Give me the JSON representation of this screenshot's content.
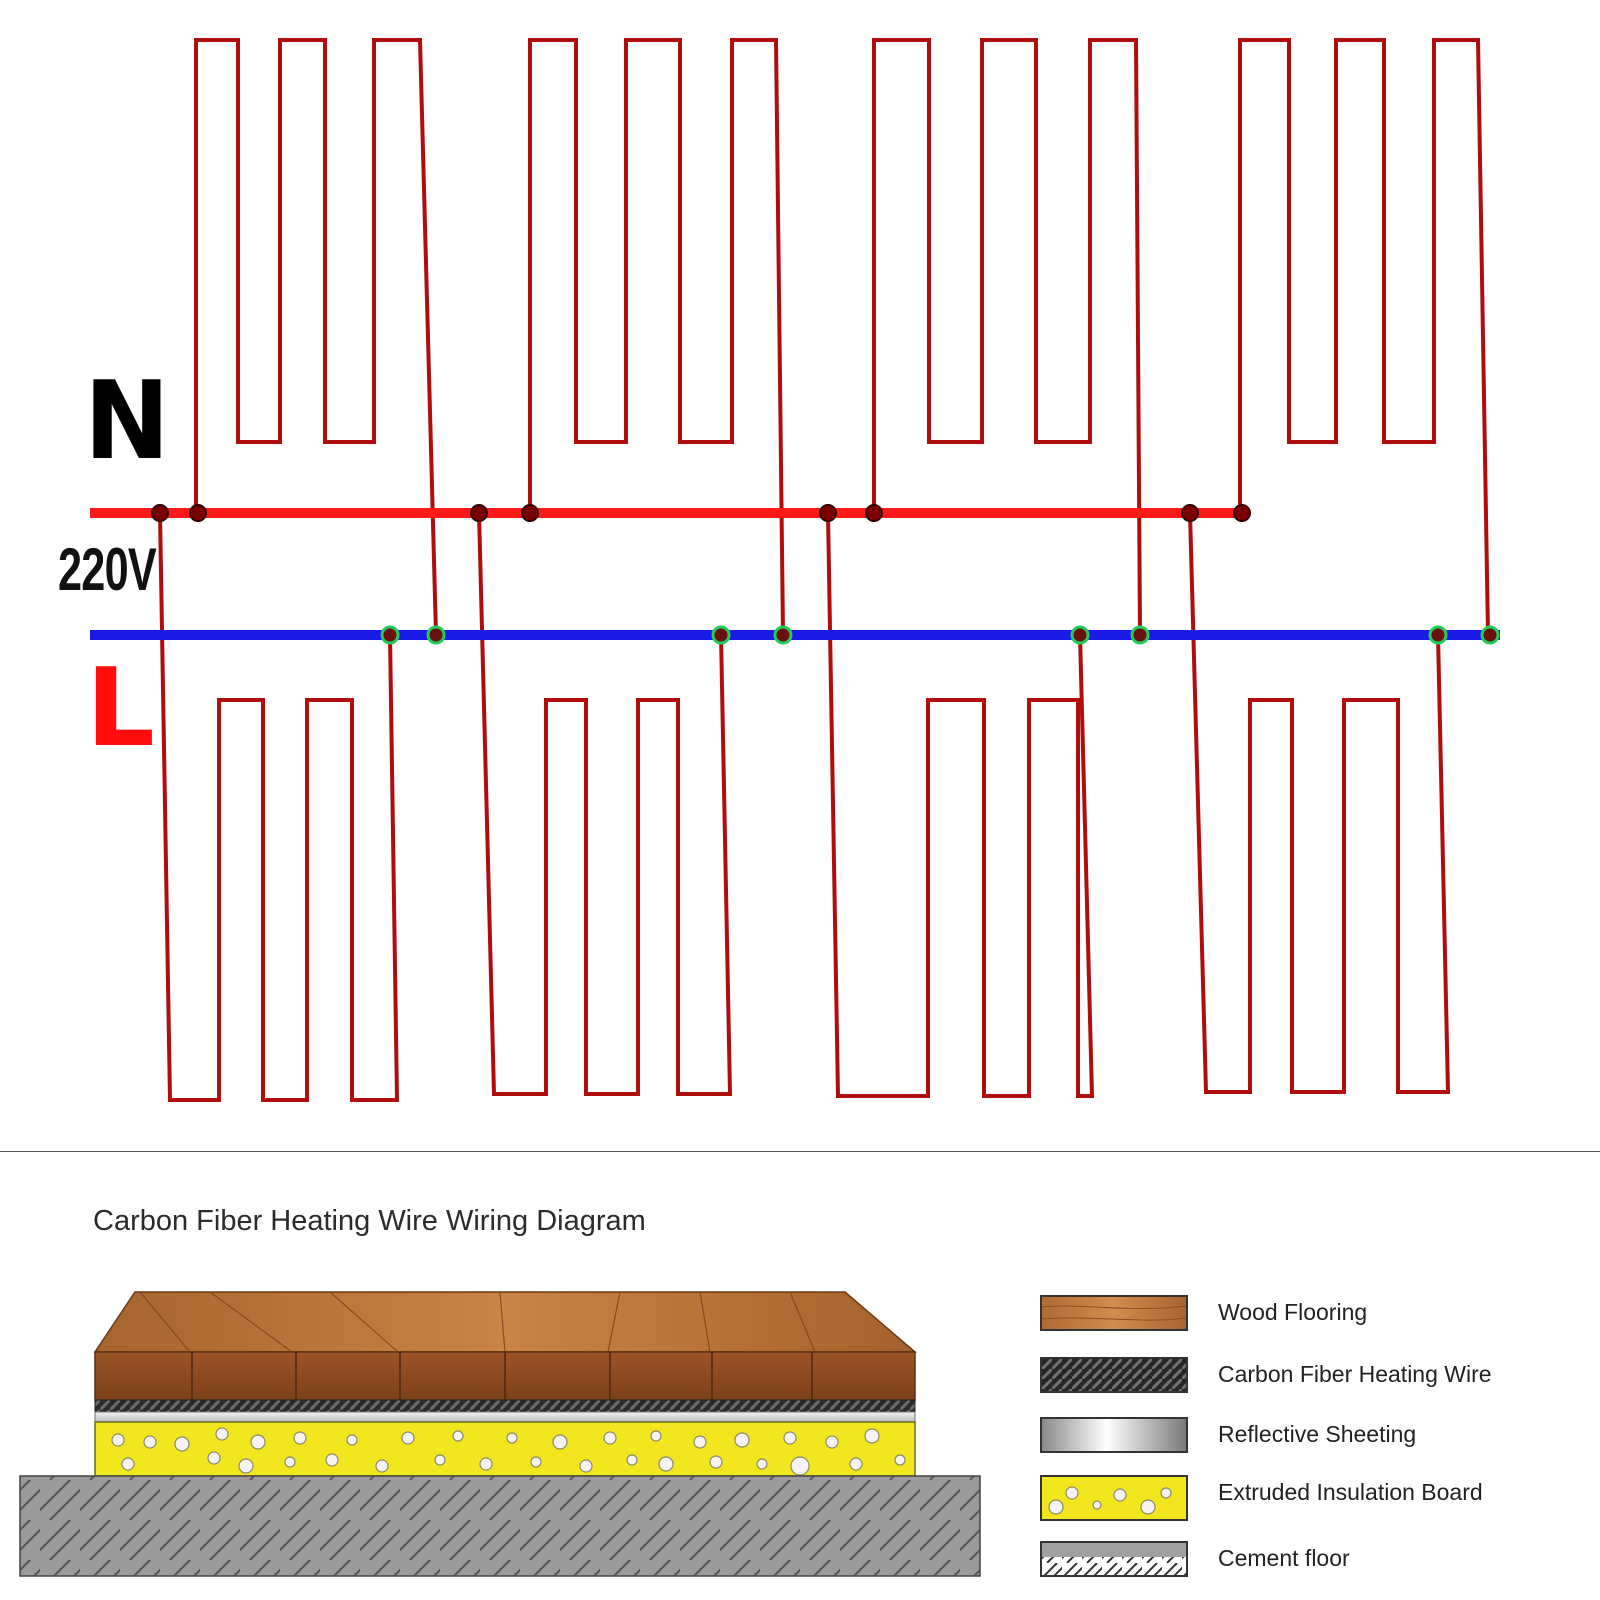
{
  "labels": {
    "neutral": "N",
    "voltage": "220V",
    "live": "L"
  },
  "title": "Carbon Fiber Heating Wire Wiring Diagram",
  "legend": [
    {
      "label": "Wood Flooring",
      "swatch": "wood"
    },
    {
      "label": "Carbon Fiber Heating Wire",
      "swatch": "carbon"
    },
    {
      "label": "Reflective Sheeting",
      "swatch": "reflective"
    },
    {
      "label": "Extruded Insulation Board",
      "swatch": "insulation"
    },
    {
      "label": "Cement floor",
      "swatch": "cement"
    }
  ],
  "colors": {
    "wire": "#b00d0d",
    "neutral_bus": "#ff1a1a",
    "live_bus": "#1a1ae6",
    "neutral_node": "#7a0000",
    "live_node_ring": "#22cc55",
    "wood": "#b5723a",
    "insulation": "#f2e61e",
    "cement": "#9a9a9a"
  }
}
